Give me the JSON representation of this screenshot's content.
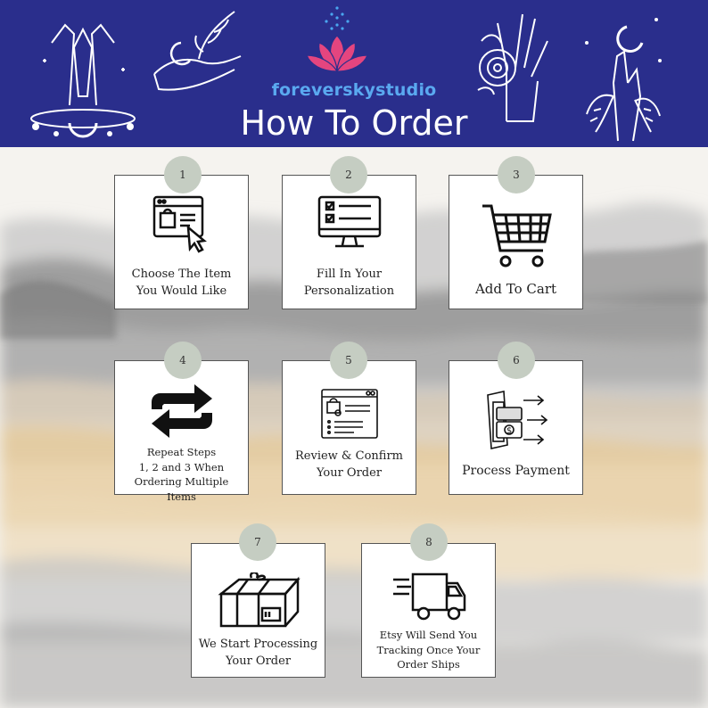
{
  "header": {
    "brand": "foreverskystudio",
    "title": "How To Order",
    "bg_color": "#2a2e8c",
    "brand_color": "#5aa9f0"
  },
  "steps": [
    {
      "number": "1",
      "line1": "Choose The Item",
      "line2": "You Would Like",
      "line3": "",
      "icon": "browser-shopping-icon"
    },
    {
      "number": "2",
      "line1": "Fill In Your",
      "line2": "Personalization",
      "line3": "",
      "icon": "monitor-checklist-icon"
    },
    {
      "number": "3",
      "line1": "Add To Cart",
      "line2": "",
      "line3": "",
      "icon": "shopping-cart-icon"
    },
    {
      "number": "4",
      "line1": "Repeat Steps",
      "line2": "1, 2 and 3 When",
      "line3": "Ordering Multiple Items",
      "icon": "repeat-arrows-icon"
    },
    {
      "number": "5",
      "line1": "Review & Confirm",
      "line2": "Your Order",
      "line3": "",
      "icon": "review-window-icon"
    },
    {
      "number": "6",
      "line1": "Process Payment",
      "line2": "",
      "line3": "",
      "icon": "payment-terminal-icon"
    },
    {
      "number": "7",
      "line1": "We Start Processing",
      "line2": "Your Order",
      "line3": "",
      "icon": "package-box-icon"
    },
    {
      "number": "8",
      "line1": "Etsy Will Send You",
      "line2": "Tracking Once Your",
      "line3": "Order Ships",
      "icon": "delivery-truck-icon"
    }
  ],
  "colors": {
    "badge": "#c5cdc2",
    "card_border": "#555555"
  }
}
